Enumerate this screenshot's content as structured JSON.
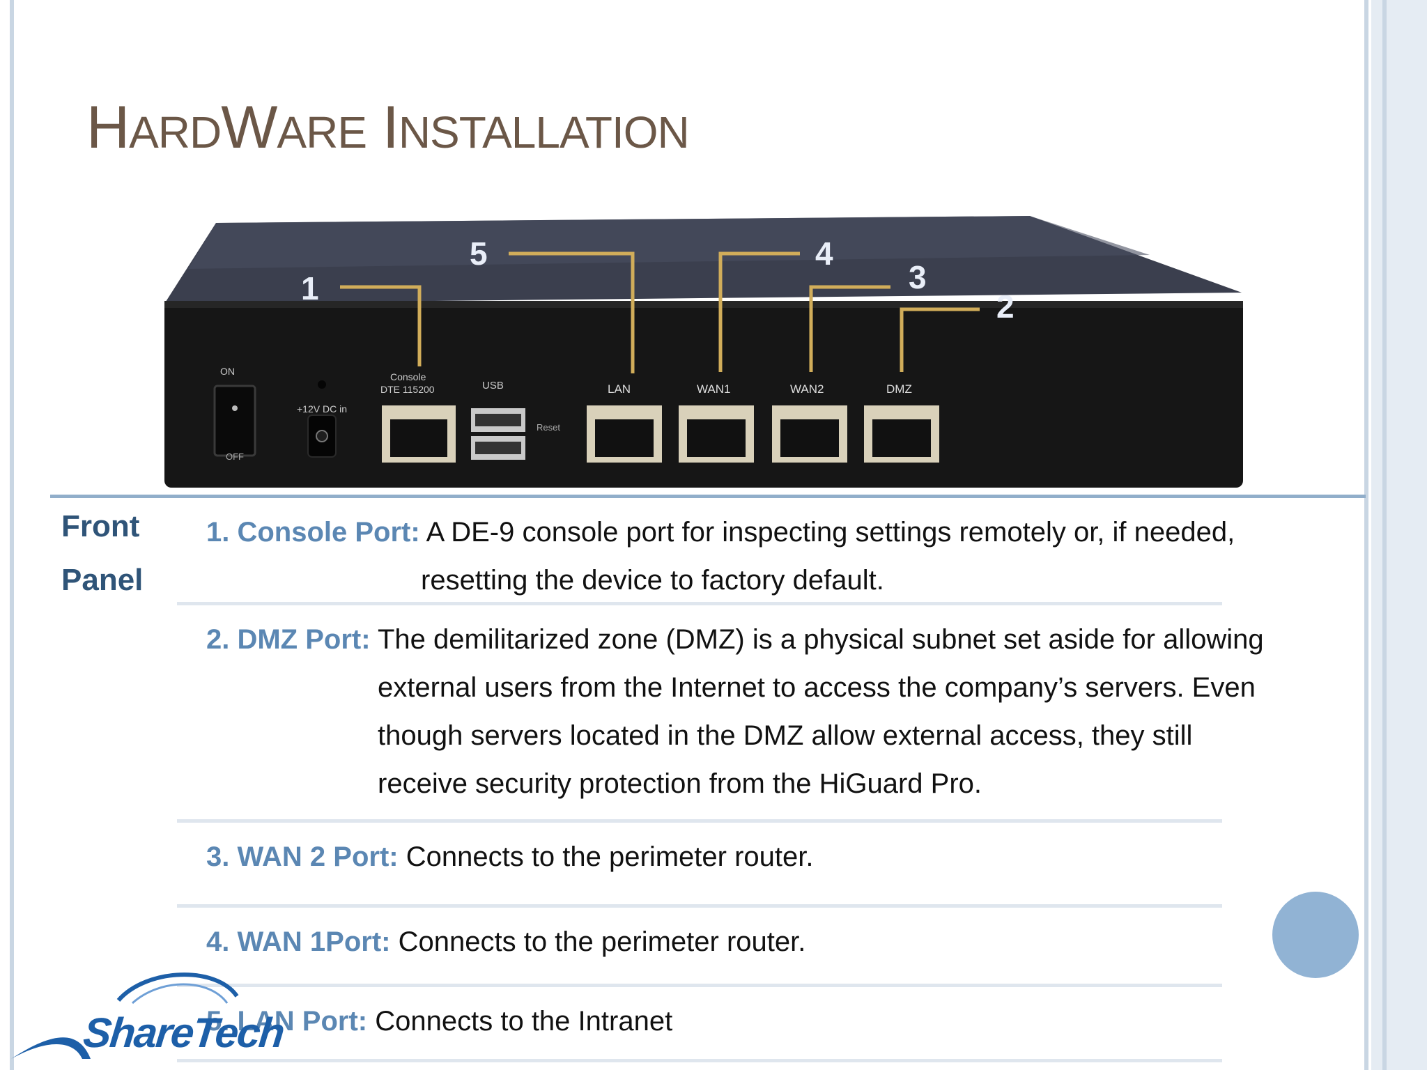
{
  "slide": {
    "title_parts": [
      "H",
      "ARD",
      "W",
      "ARE",
      " ",
      "I",
      "NSTALLATION"
    ],
    "section_label": [
      "Front",
      "Panel"
    ]
  },
  "device": {
    "port_labels": [
      "Console",
      "DTE 115200",
      "USB",
      "LAN",
      "WAN1",
      "WAN2",
      "DMZ",
      "+12V DC in",
      "ON",
      "OFF",
      "Reset"
    ],
    "callout_numbers": [
      "1",
      "5",
      "4",
      "3",
      "2"
    ]
  },
  "items": [
    {
      "label": "1. Console Port:",
      "lines": [
        "A DE-9 console port for inspecting settings remotely or, if needed,",
        "resetting the device to factory default."
      ]
    },
    {
      "label": "2. DMZ Port:",
      "lines": [
        "The demilitarized zone (DMZ) is a physical subnet set aside for allowing",
        "external users from the Internet to access the company’s servers. Even",
        "though servers located in the DMZ allow external access, they still",
        "receive security protection from the HiGuard Pro."
      ]
    },
    {
      "label": "3.  WAN 2 Port:",
      "lines": [
        "Connects to the perimeter router."
      ]
    },
    {
      "label": "4. WAN 1Port:",
      "lines": [
        "Connects to the perimeter router."
      ]
    },
    {
      "label": "5. LAN Port:",
      "lines": [
        "Connects to the Intranet"
      ]
    }
  ],
  "logo": {
    "text": "ShareTech"
  },
  "colors": {
    "title": "#6b5747",
    "label_blue": "#5b87b3",
    "section_blue": "#2f5478",
    "divider": "#91aeca",
    "callout_gold": "#d1ad5a",
    "circle": "#91b3d4"
  }
}
